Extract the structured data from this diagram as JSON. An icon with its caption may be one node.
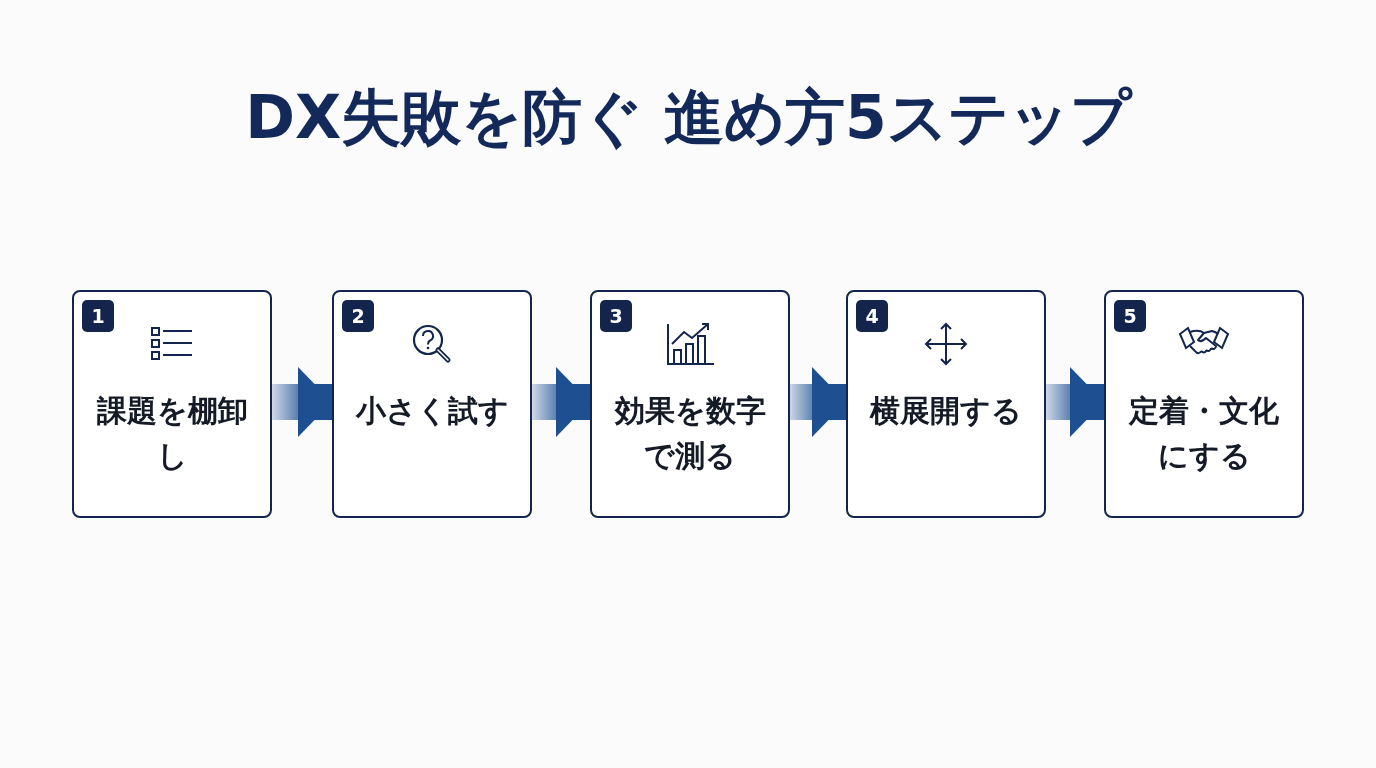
{
  "diagram": {
    "title": "DX失敗を防ぐ 進め方5ステップ",
    "nodes": [
      {
        "text": [
          "1",
          "課題を棚卸し"
        ]
      },
      {
        "text": [
          "2",
          "小さく試す"
        ]
      },
      {
        "text": [
          "3",
          "効果を数字で測る"
        ]
      },
      {
        "text": [
          "4",
          "横展開する"
        ]
      },
      {
        "text": [
          "5",
          "定着・文化にする"
        ]
      }
    ],
    "edges": [
      {
        "from": 0,
        "to": 1,
        "arrow": "to"
      },
      {
        "from": 1,
        "to": 2,
        "arrow": "to"
      },
      {
        "from": 2,
        "to": 3,
        "arrow": "to"
      },
      {
        "from": 3,
        "to": 4,
        "arrow": "to"
      }
    ]
  }
}
